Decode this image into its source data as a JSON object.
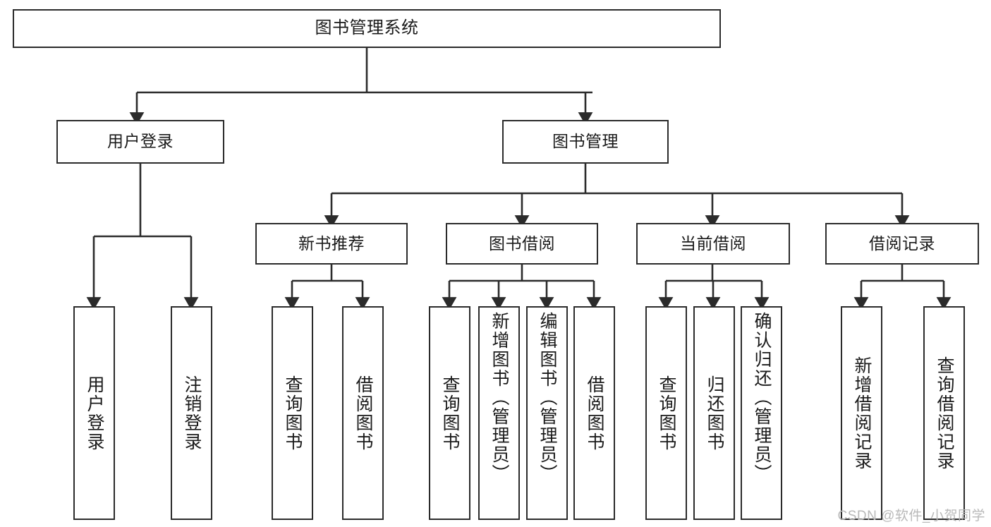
{
  "diagram": {
    "title": "图书管理系统",
    "type": "tree-hierarchy",
    "watermark": "CSDN @软件_小贺同学",
    "accent_color": "#2b2b2b",
    "background_color": "#ffffff",
    "nodes": {
      "root": {
        "label": "图书管理系统"
      },
      "level2": [
        {
          "id": "user-login",
          "label": "用户登录"
        },
        {
          "id": "book-management",
          "label": "图书管理"
        }
      ],
      "level3": [
        {
          "id": "new-book-recommend",
          "label": "新书推荐"
        },
        {
          "id": "book-borrow",
          "label": "图书借阅"
        },
        {
          "id": "current-borrow",
          "label": "当前借阅"
        },
        {
          "id": "borrow-record",
          "label": "借阅记录"
        }
      ],
      "leaves": {
        "user_login": [
          {
            "id": "leaf-user-login",
            "label": "用户登录"
          },
          {
            "id": "leaf-logout-login",
            "label": "注销登录"
          }
        ],
        "new_book_recommend": [
          {
            "id": "leaf-query-book-1",
            "label": "查询图书"
          },
          {
            "id": "leaf-borrow-book-1",
            "label": "借阅图书"
          }
        ],
        "book_borrow": [
          {
            "id": "leaf-query-book-2",
            "label": "查询图书"
          },
          {
            "id": "leaf-add-book",
            "label": "新增图书（管理员）"
          },
          {
            "id": "leaf-edit-book",
            "label": "编辑图书（管理员）"
          },
          {
            "id": "leaf-borrow-book-2",
            "label": "借阅图书"
          }
        ],
        "current_borrow": [
          {
            "id": "leaf-query-book-3",
            "label": "查询图书"
          },
          {
            "id": "leaf-return-book",
            "label": "归还图书"
          },
          {
            "id": "leaf-confirm-return",
            "label": "确认归还（管理员）"
          }
        ],
        "borrow_record": [
          {
            "id": "leaf-add-record",
            "label": "新增借阅记录"
          },
          {
            "id": "leaf-query-record",
            "label": "查询借阅记录"
          }
        ]
      }
    }
  }
}
